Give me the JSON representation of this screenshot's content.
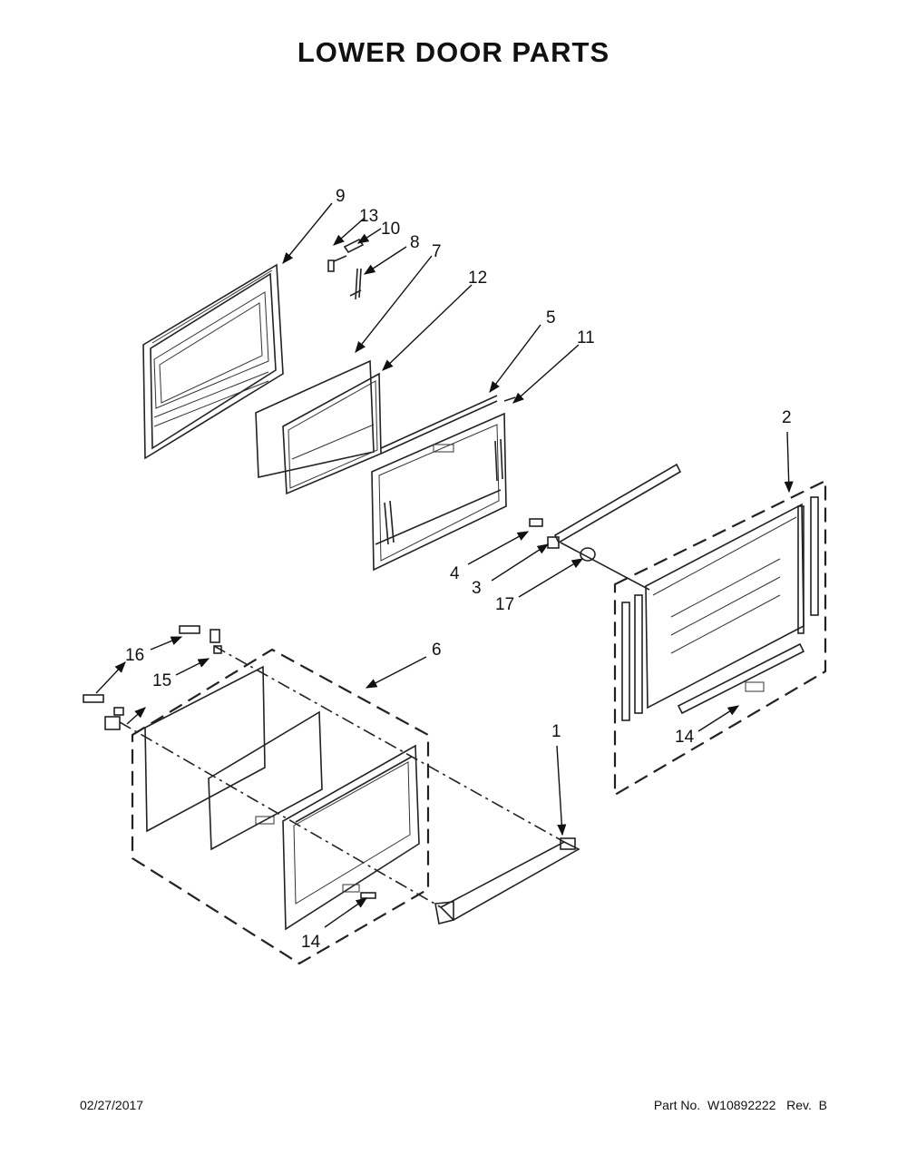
{
  "title": "LOWER DOOR PARTS",
  "callouts": {
    "c1": "1",
    "c2": "2",
    "c3": "3",
    "c4": "4",
    "c5": "5",
    "c6": "6",
    "c7": "7",
    "c8": "8",
    "c9": "9",
    "c10": "10",
    "c11": "11",
    "c12": "12",
    "c13": "13",
    "c14a": "14",
    "c14b": "14",
    "c15": "15",
    "c16": "16",
    "c17": "17"
  },
  "footer": {
    "date": "02/27/2017",
    "part": "Part No.  W10892222   Rev.  B"
  }
}
